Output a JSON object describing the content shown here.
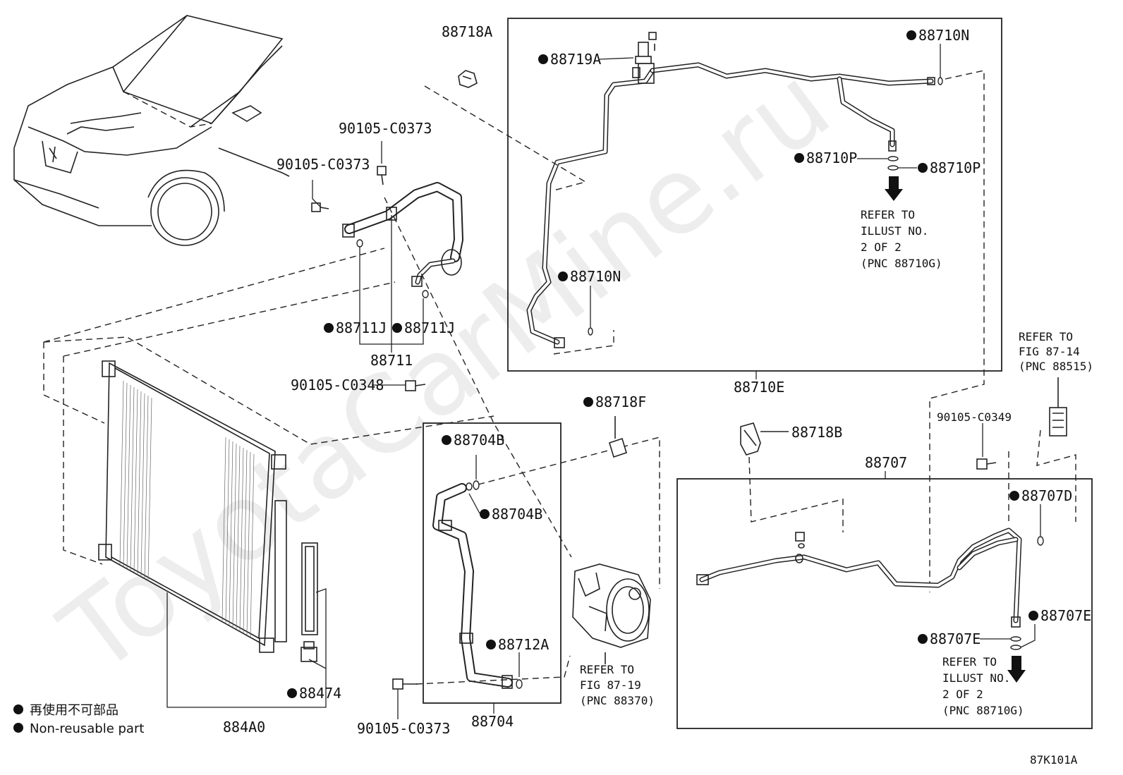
{
  "labels": {
    "p88718A": "88718A",
    "p88719A": "88719A",
    "p88710N_top": "88710N",
    "p88710P_a": "88710P",
    "p88710P_b": "88710P",
    "p88710N_low": "88710N",
    "p88710E": "88710E",
    "p90105_C0373_a": "90105-C0373",
    "p90105_C0373_b": "90105-C0373",
    "p88711J_a": "88711J",
    "p88711J_b": "88711J",
    "p88711": "88711",
    "p90105_C0348": "90105-C0348",
    "p88718F": "88718F",
    "p88704B_a": "88704B",
    "p88704B_b": "88704B",
    "p88712A": "88712A",
    "p88704": "88704",
    "p90105_C0373_c": "90105-C0373",
    "p88474": "88474",
    "p884A0": "884A0",
    "p88718B": "88718B",
    "p88707": "88707",
    "p90105_C0349": "90105-C0349",
    "p88707D": "88707D",
    "p88707E_a": "88707E",
    "p88707E_b": "88707E",
    "figure_code": "87K101A"
  },
  "refer_notes": {
    "illust_top": [
      "REFER TO",
      "ILLUST NO.",
      "2 OF 2",
      "(PNC 88710G)"
    ],
    "fig_87_14": [
      "REFER TO",
      "FIG 87-14",
      "(PNC 88515)"
    ],
    "fig_87_19": [
      "REFER TO",
      "FIG 87-19",
      "(PNC 88370)"
    ],
    "illust_bottom": [
      "REFER TO",
      "ILLUST NO.",
      "2 OF 2",
      "(PNC 88710G)"
    ]
  },
  "legend": {
    "line1": "再使用不可部品",
    "line2": "Non-reusable part"
  },
  "watermark": "ToyotaCarMine.ru"
}
